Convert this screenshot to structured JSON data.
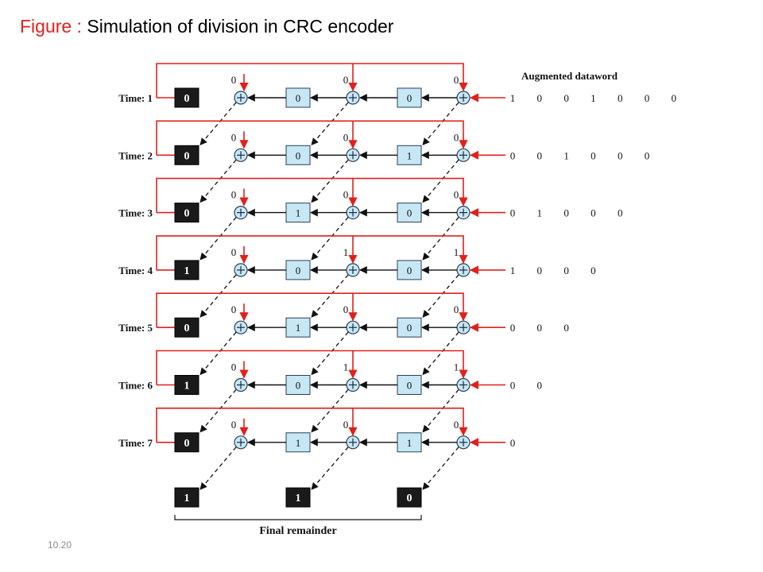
{
  "title": {
    "label": "Figure :",
    "text": "Simulation of division in CRC encoder"
  },
  "slide_number": "10.20",
  "augmented_label": "Augmented dataword",
  "final_label": "Final remainder",
  "colors": {
    "red": "#e0201c",
    "register_fill": "#c7e7f5",
    "register_stroke": "#2b3f57",
    "dark_box": "#1a1a1a",
    "xor_fill": "#c7e7f5"
  },
  "icons": {
    "xor": "circle-plus-icon",
    "arrow": "arrow-icon"
  },
  "steps": [
    {
      "time": "Time: 1",
      "regs": [
        "0",
        "0",
        "0"
      ],
      "feedback": [
        "0",
        "0",
        "0"
      ],
      "data": [
        "1",
        "0",
        "0",
        "1",
        "0",
        "0",
        "0"
      ]
    },
    {
      "time": "Time: 2",
      "regs": [
        "0",
        "0",
        "1"
      ],
      "feedback": [
        "0",
        "0",
        "0"
      ],
      "data": [
        "0",
        "0",
        "1",
        "0",
        "0",
        "0"
      ]
    },
    {
      "time": "Time: 3",
      "regs": [
        "0",
        "1",
        "0"
      ],
      "feedback": [
        "0",
        "0",
        "0"
      ],
      "data": [
        "0",
        "1",
        "0",
        "0",
        "0"
      ]
    },
    {
      "time": "Time: 4",
      "regs": [
        "1",
        "0",
        "0"
      ],
      "feedback": [
        "0",
        "1",
        "1"
      ],
      "data": [
        "1",
        "0",
        "0",
        "0"
      ]
    },
    {
      "time": "Time: 5",
      "regs": [
        "0",
        "1",
        "0"
      ],
      "feedback": [
        "0",
        "0",
        "0"
      ],
      "data": [
        "0",
        "0",
        "0"
      ]
    },
    {
      "time": "Time: 6",
      "regs": [
        "1",
        "0",
        "0"
      ],
      "feedback": [
        "0",
        "1",
        "1"
      ],
      "data": [
        "0",
        "0"
      ]
    },
    {
      "time": "Time: 7",
      "regs": [
        "0",
        "1",
        "1"
      ],
      "feedback": [
        "0",
        "0",
        "0"
      ],
      "data": [
        "0"
      ]
    }
  ],
  "final": [
    "1",
    "1",
    "0"
  ]
}
